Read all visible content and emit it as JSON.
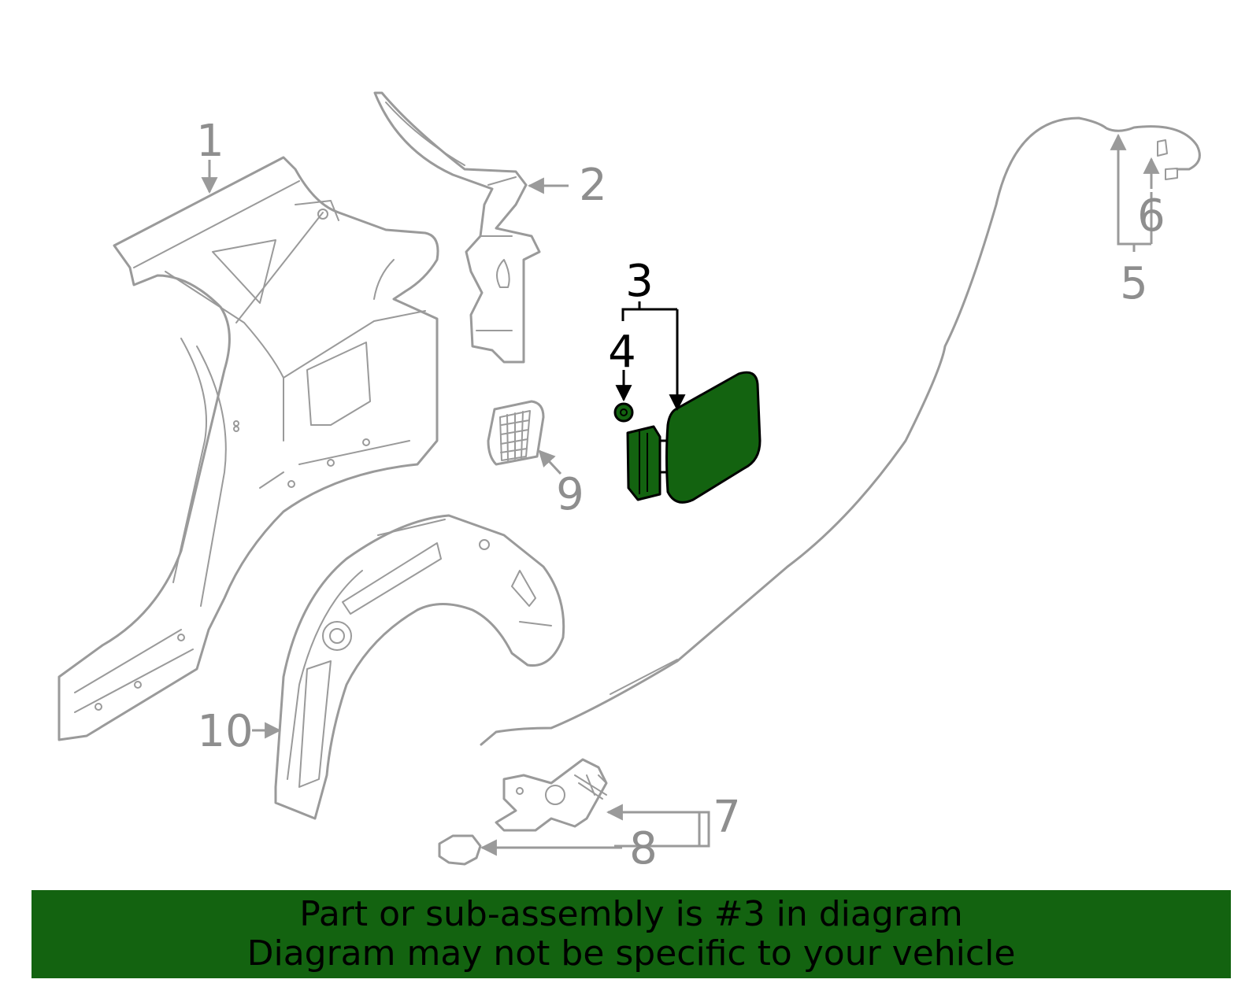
{
  "diagram": {
    "callouts": [
      "1",
      "2",
      "3",
      "4",
      "5",
      "6",
      "7",
      "8",
      "9",
      "10"
    ],
    "highlight_callout": "3",
    "colors": {
      "highlight": "#136310",
      "parts_line": "#9a9a9a",
      "label_gray": "#8e8e8e",
      "label_active": "#000000"
    }
  },
  "footer": {
    "line1": "Part or sub-assembly is #3 in diagram",
    "line2": "Diagram may not be specific to your vehicle"
  }
}
